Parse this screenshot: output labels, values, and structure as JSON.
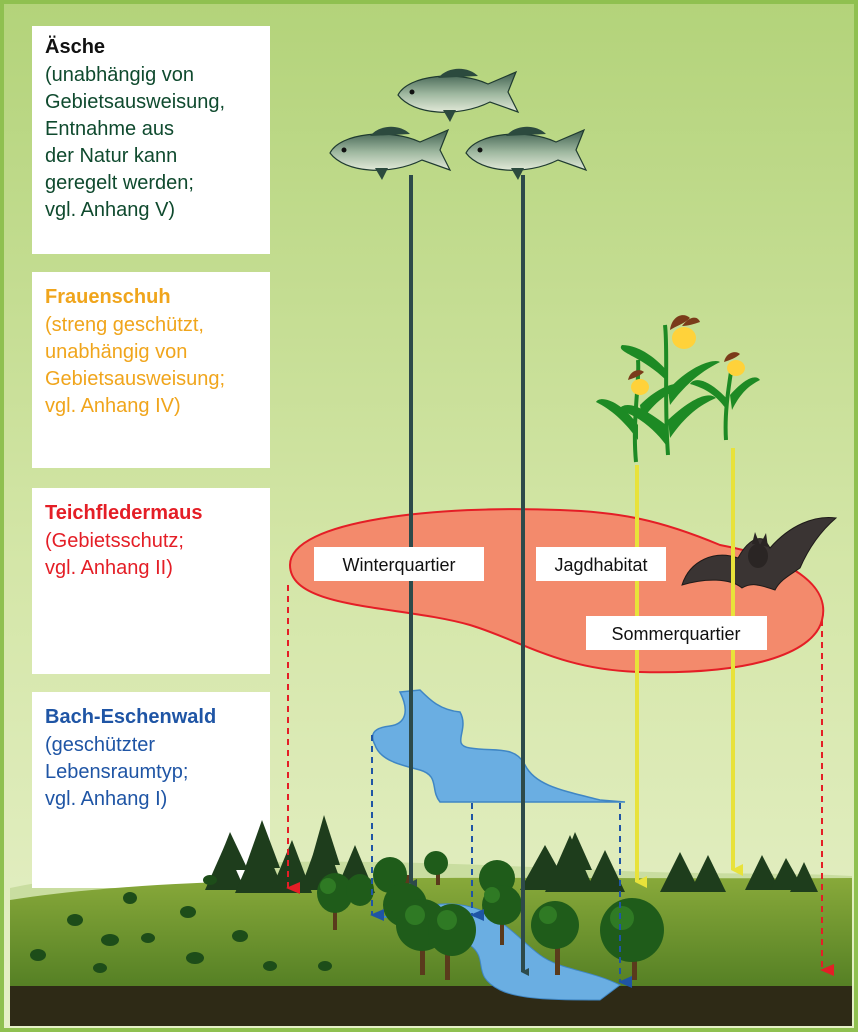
{
  "legend": [
    {
      "title": "Äsche",
      "color": "#0f4a2e",
      "lines": [
        "(unabhängig von",
        "Gebietsausweisung,",
        "Entnahme aus",
        "der Natur kann",
        "geregelt werden;",
        "vgl. Anhang V)"
      ]
    },
    {
      "title": "Frauenschuh",
      "color": "#f0a51c",
      "lines": [
        "(streng geschützt,",
        "unabhängig von",
        "Gebietsausweisung;",
        "vgl. Anhang IV)"
      ]
    },
    {
      "title": "Teichfledermaus",
      "color": "#e41e26",
      "lines": [
        "(Gebietsschutz;",
        "vgl. Anhang II)"
      ]
    },
    {
      "title": "Bach-Eschenwald",
      "color": "#1f55a5",
      "lines": [
        "(geschützter",
        "Lebensraumtyp;",
        "vgl. Anhang I)"
      ]
    }
  ],
  "labels": {
    "winter": "Winterquartier",
    "jagd": "Jagdhabitat",
    "sommer": "Sommerquartier"
  },
  "colors": {
    "fish_arrow": "#2d4a4a",
    "orchid_arrow": "#e8e23a",
    "bat_arrow": "#e41e26",
    "forest_arrow": "#1f55a5",
    "bat_area": "#f38a6c",
    "stream": "#6aaee2"
  }
}
